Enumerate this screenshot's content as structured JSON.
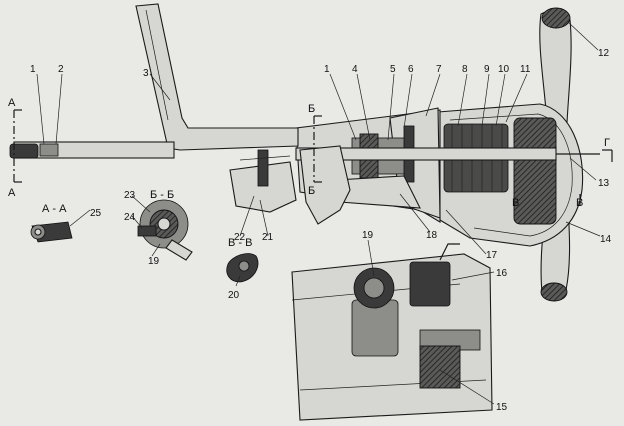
{
  "callouts": {
    "n1a": "1",
    "n2": "2",
    "n3": "3",
    "n1b": "1",
    "n4": "4",
    "n5": "5",
    "n6": "6",
    "n7": "7",
    "n8": "8",
    "n9": "9",
    "n10": "10",
    "n11": "11",
    "n12": "12",
    "n13": "13",
    "n14": "14",
    "n15": "15",
    "n16": "16",
    "n17": "17",
    "n18": "18",
    "n19a": "19",
    "n19b": "19",
    "n20": "20",
    "n21": "21",
    "n22": "22",
    "n23": "23",
    "n24": "24",
    "n25": "25"
  },
  "section_marks": {
    "a_top": "А",
    "a_bottom": "А",
    "b_top": "Б",
    "b_bottom": "Б",
    "v_left": "В",
    "v_right": "В",
    "g": "Г"
  },
  "section_titles": {
    "aa": "А - А",
    "bb": "Б - Б",
    "vv": "В - В"
  }
}
